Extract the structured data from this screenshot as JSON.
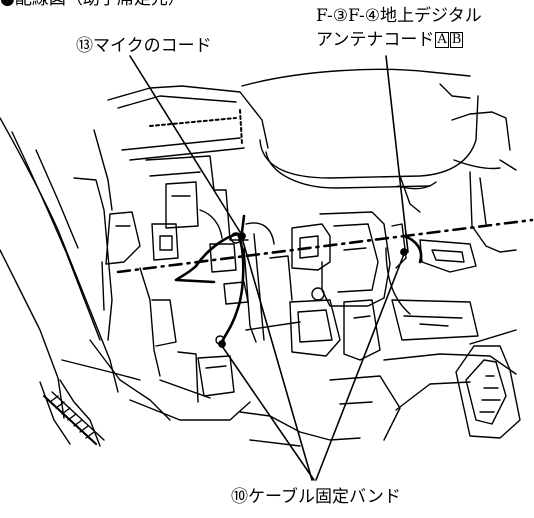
{
  "labels": {
    "section_title": "●配線図（助手席足元）",
    "mic_cord": "⑬マイクのコード",
    "antenna_cord_line1": "F-③F-④地上デジタル",
    "antenna_cord_line2": "アンテナコード",
    "antenna_box_a": "A",
    "antenna_box_b": "B",
    "cable_band": "⑩ケーブル固定バンド"
  },
  "colors": {
    "line": "#000000",
    "cable": "#111111",
    "background": "#ffffff"
  }
}
